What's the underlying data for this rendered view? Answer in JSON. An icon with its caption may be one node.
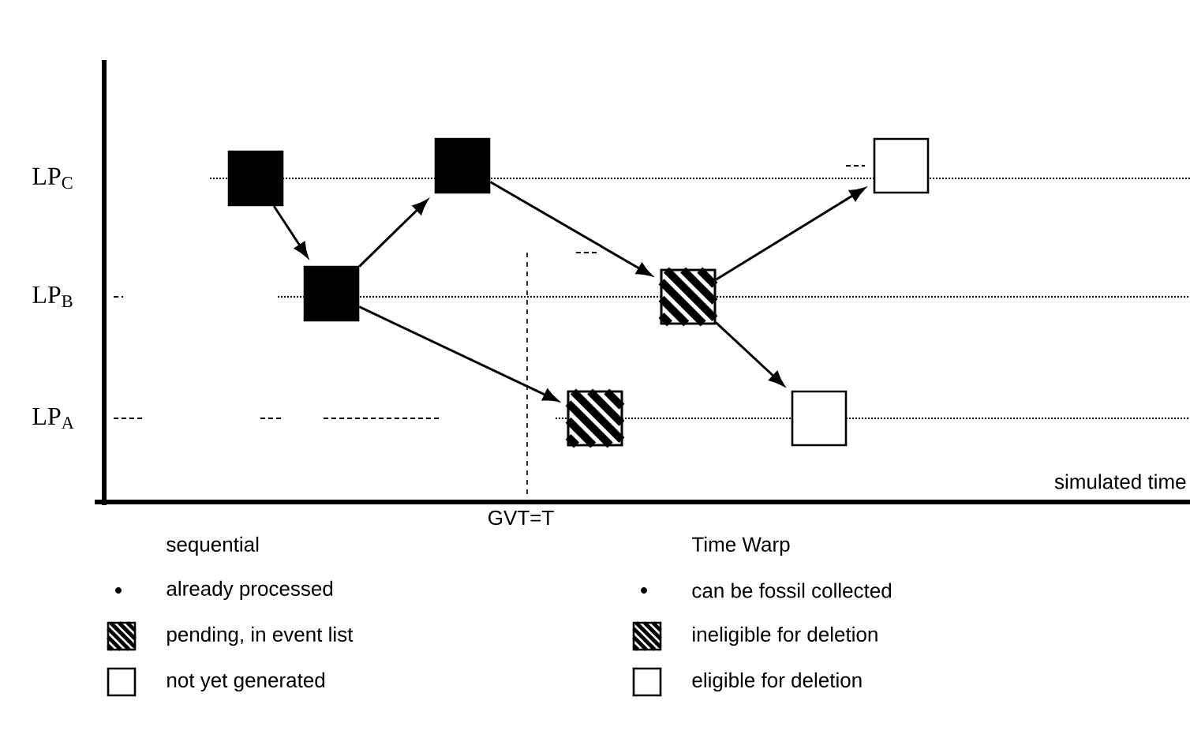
{
  "diagram": {
    "nodes": [
      {
        "text": [],
        "shape": "box"
      },
      {
        "text": [],
        "shape": "box"
      },
      {
        "text": [],
        "shape": "box"
      },
      {
        "text": [],
        "shape": "box"
      },
      {
        "text": [],
        "shape": "box"
      },
      {
        "text": [],
        "shape": "box"
      },
      {
        "text": [],
        "shape": "box"
      }
    ],
    "edges": [
      {
        "from": 0,
        "to": 1,
        "arrow": "to"
      },
      {
        "from": 1,
        "to": 2,
        "arrow": "to"
      },
      {
        "from": 2,
        "to": 4,
        "arrow": "to"
      },
      {
        "from": 1,
        "to": 3,
        "arrow": "to"
      },
      {
        "from": 4,
        "to": 6,
        "arrow": "to"
      },
      {
        "from": 4,
        "to": 5,
        "arrow": "to"
      }
    ],
    "labels": [
      "LP$_{C}$",
      "LP$_{B}$",
      "LP$_{A}$",
      "simulated time",
      "GVT=T",
      "sequential",
      "Time Warp"
    ],
    "legend": [
      {
        "text": "already processed"
      },
      {
        "text": "pending, in event list"
      },
      {
        "text": "not yet generated"
      },
      {
        "text": "can be fossil collected"
      },
      {
        "text": "ineligible for deletion"
      },
      {
        "text": "eligible for deletion"
      }
    ]
  }
}
